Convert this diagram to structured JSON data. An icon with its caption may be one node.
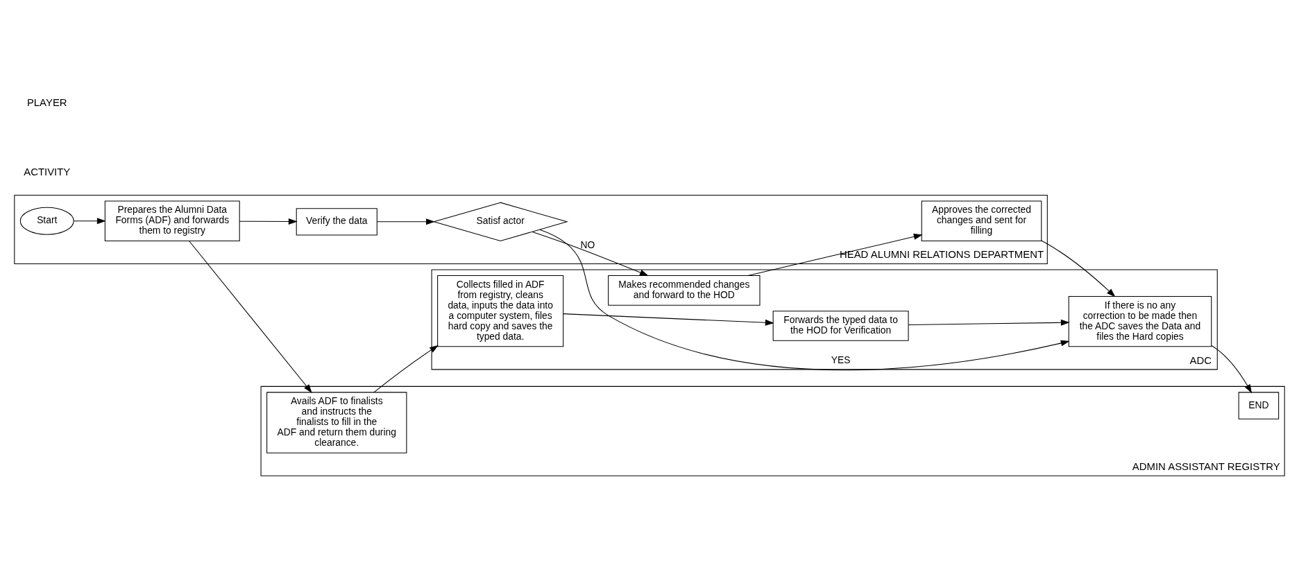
{
  "diagram": {
    "nodes": [
      {
        "text": [
          "HEAD ALUMNI RELATIONS DEPARTMENT"
        ]
      },
      {
        "text": [
          "Start"
        ],
        "in": 0
      },
      {
        "text": [
          "Prepares the Alumni Data Forms (ADF) and forwards them to registry"
        ],
        "in": 0
      },
      {
        "text": [
          "Verify the data"
        ],
        "in": 0
      },
      {
        "text": [
          "Satisf actor"
        ],
        "in": 0
      },
      {
        "text": [
          "Approves the corrected changes and sent for filling"
        ],
        "in": 0
      },
      {
        "text": [
          "ADMIN ASSISTANT REGISTRY"
        ]
      },
      {
        "text": [
          "Avails ADF to finalists and instructs the finalists to fill in the ADF and return them during clearance."
        ],
        "in": 6
      },
      {
        "text": [
          "END"
        ],
        "in": 6
      },
      {
        "text": [
          "ADC"
        ]
      },
      {
        "text": [
          "Collects filled in ADF from registry, cleans data, inputs the data into a computer system, files hard copy and saves the typed data."
        ],
        "in": 9
      },
      {
        "text": [
          "Forwards the typed data to the HOD for Verification"
        ],
        "in": 9
      },
      {
        "text": [
          "If there is no any correction to be made then the ADC saves the Data and files the Hard copies"
        ],
        "in": 9
      },
      {
        "text": [
          "Makes recommended changes and forward to the HOD"
        ],
        "in": 9
      }
    ],
    "edges": [
      {
        "from": 1,
        "to": 2,
        "arrow": "to"
      },
      {
        "from": 2,
        "to": 3,
        "arrow": "to"
      },
      {
        "from": 3,
        "to": 4,
        "arrow": "to"
      },
      {
        "from": 2,
        "to": 7,
        "arrow": "to"
      },
      {
        "from": 7,
        "to": 10,
        "arrow": "to"
      },
      {
        "from": 10,
        "to": 11,
        "arrow": "to"
      },
      {
        "from": 11,
        "to": 12,
        "arrow": "to"
      },
      {
        "from": 4,
        "to": 12,
        "arrow": "to",
        "label": "YES"
      },
      {
        "from": 4,
        "to": 13,
        "arrow": "to",
        "label": "NO"
      },
      {
        "from": 13,
        "to": 5,
        "arrow": "to"
      },
      {
        "from": 5,
        "to": 12,
        "arrow": "to"
      },
      {
        "from": 12,
        "to": 8,
        "arrow": "to"
      }
    ],
    "labels": [
      "PLAYER",
      "ACTIVITY"
    ]
  }
}
